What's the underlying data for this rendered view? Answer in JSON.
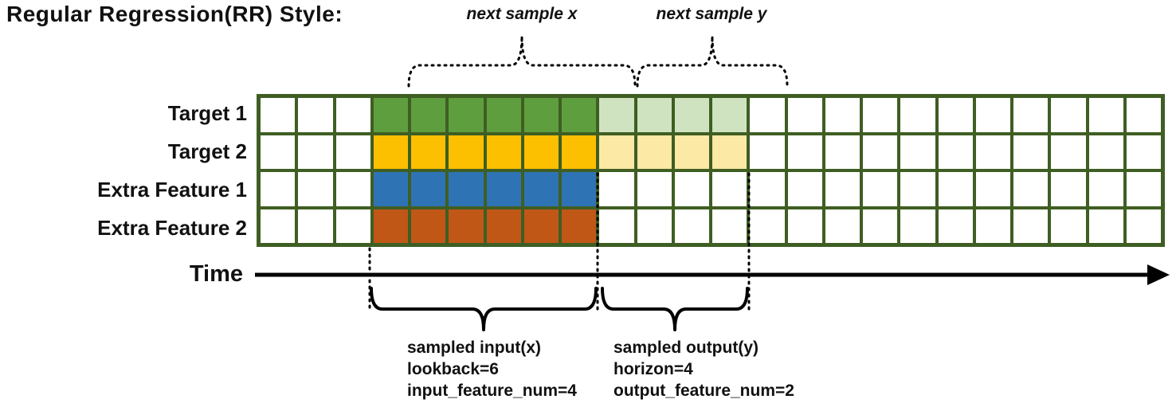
{
  "title": "Regular Regression(RR) Style:",
  "rows": [
    {
      "label": "Target 1",
      "fill": "#5f9e3e",
      "light": "#cfe3c0"
    },
    {
      "label": "Target 2",
      "fill": "#fcc000",
      "light": "#fce9a5"
    },
    {
      "label": "Extra Feature 1",
      "fill": "#2e74b5",
      "light": null
    },
    {
      "label": "Extra Feature 2",
      "fill": "#c05717",
      "light": null
    }
  ],
  "grid": {
    "columns": 24,
    "input_start": 3,
    "input_len": 6,
    "output_len": 4,
    "border_color": "#3f5e23"
  },
  "annotations": {
    "next_sample_x": "next sample x",
    "next_sample_y": "next sample y",
    "time_label": "Time",
    "input_lines": [
      "sampled input(x)",
      "lookback=6",
      "input_feature_num=4"
    ],
    "output_lines": [
      "sampled output(y)",
      "horizon=4",
      "output_feature_num=2"
    ],
    "line_color": "#000000"
  }
}
